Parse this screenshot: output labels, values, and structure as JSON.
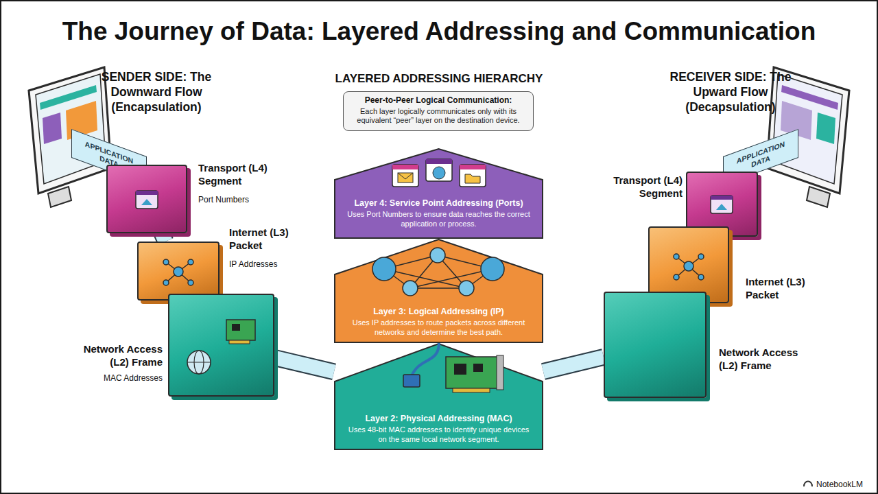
{
  "diagram": {
    "title": "The Journey of Data: Layered Addressing and Communication",
    "nodes": [
      {
        "text": [
          "APPLICATION DATA"
        ]
      },
      {
        "text": [
          "Transport (L4) Segment",
          "Port Numbers"
        ]
      },
      {
        "text": [
          "Internet (L3) Packet",
          "IP Addresses"
        ]
      },
      {
        "text": [
          "Network Access (L2) Frame",
          "MAC Addresses"
        ]
      },
      {
        "text": [
          "Peer-to-Peer Logical Communication:",
          "Each layer logically communicates only with its equivalent “peer” layer on the destination device."
        ]
      },
      {
        "text": [
          "Layer 4: Service Point Addressing (Ports)",
          "Uses Port Numbers to ensure data reaches the correct application or process."
        ]
      },
      {
        "text": [
          "Layer 3: Logical Addressing (IP)",
          "Uses IP addresses to route packets across different networks and determine the best path."
        ]
      },
      {
        "text": [
          "Layer 2: Physical Addressing (MAC)",
          "Uses 48-bit MAC addresses to identify unique devices on the same local network segment."
        ]
      },
      {
        "text": [
          "APPLICATION DATA"
        ]
      },
      {
        "text": [
          "Transport (L4) Segment"
        ]
      },
      {
        "text": [
          "Internet (L3) Packet"
        ]
      },
      {
        "text": [
          "Network Access (L2) Frame"
        ]
      }
    ],
    "edges": [
      {
        "from": 0,
        "to": 1,
        "arrow": "none"
      },
      {
        "from": 1,
        "to": 2,
        "arrow": "none"
      },
      {
        "from": 2,
        "to": 3,
        "arrow": "none"
      },
      {
        "from": 3,
        "to": 7,
        "arrow": "none"
      },
      {
        "from": 7,
        "to": 11,
        "arrow": "none"
      },
      {
        "from": 11,
        "to": 10,
        "arrow": "none"
      },
      {
        "from": 10,
        "to": 9,
        "arrow": "none"
      },
      {
        "from": 9,
        "to": 8,
        "arrow": "none"
      }
    ],
    "labels": [
      "SENDER SIDE: The Downward Flow (Encapsulation)",
      "LAYERED ADDRESSING HIERARCHY",
      "RECEIVER SIDE: The Upward Flow (Decapsulation)",
      "NotebookLM"
    ]
  }
}
